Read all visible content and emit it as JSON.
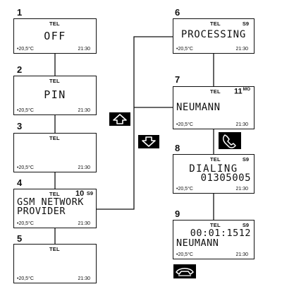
{
  "screens": [
    {
      "number": "1",
      "tel": "TEL",
      "line1": "OFF",
      "temp": "•20,5°C",
      "time": "21:30"
    },
    {
      "number": "2",
      "tel": "TEL",
      "line1": "PIN",
      "temp": "•20,5°C",
      "time": "21:30"
    },
    {
      "number": "3",
      "tel": "TEL",
      "temp": "•20,5°C",
      "time": "21:30"
    },
    {
      "number": "4",
      "tel": "TEL",
      "channel": "10",
      "sig": "S9",
      "line1": "GSM NETWORK",
      "line2": "PROVIDER",
      "temp": "•20,5°C",
      "time": "21:30"
    },
    {
      "number": "5",
      "tel": "TEL",
      "temp": "•20,5°C",
      "time": "21:30"
    },
    {
      "number": "6",
      "tel": "TEL",
      "sig": "S9",
      "line1": "PROCESSING",
      "temp": "•20,5°C",
      "time": "21:30"
    },
    {
      "number": "7",
      "tel": "TEL",
      "channel": "11",
      "ch_suffix": "MO",
      "line1": "NEUMANN",
      "temp": "•20,5°C",
      "time": "21:30"
    },
    {
      "number": "8",
      "tel": "TEL",
      "sig": "S9",
      "line1": "DIALING",
      "line2": "01305005",
      "temp": "•20,5°C",
      "time": "21:30"
    },
    {
      "number": "9",
      "tel": "TEL",
      "sig": "S9",
      "line1": "00:01:1512",
      "line2": "NEUMANN",
      "temp": "•20,5°C",
      "time": "21:30"
    }
  ],
  "keys": {
    "up": "arrow-up-icon",
    "down": "arrow-down-icon",
    "call": "handset-off-hook-icon",
    "hangup": "handset-on-hook-icon"
  },
  "colors": {
    "ink": "#111111",
    "key_fill": "#000000",
    "background": "#ffffff"
  }
}
